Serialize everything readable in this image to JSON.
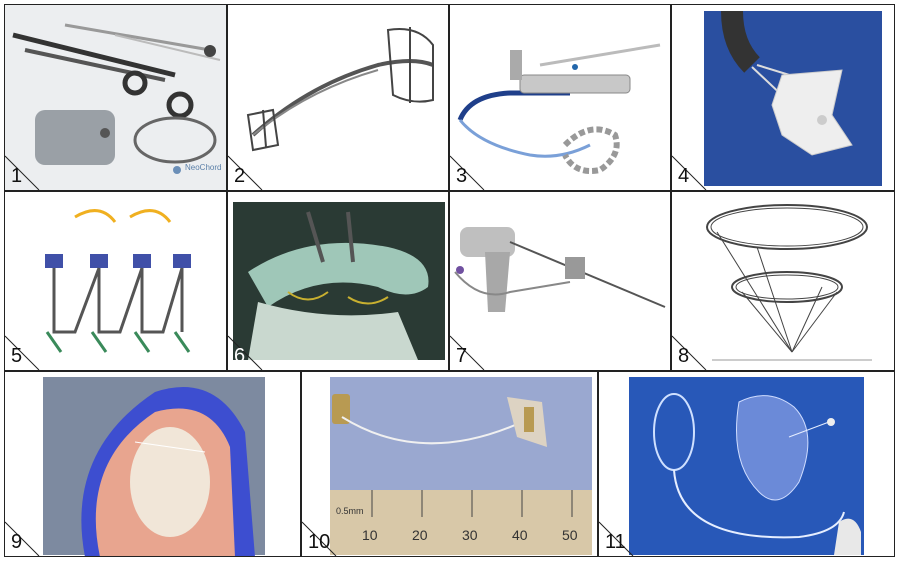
{
  "panels": [
    {
      "label": "1",
      "logo_text": "NeoChord"
    },
    {
      "label": "2"
    },
    {
      "label": "3"
    },
    {
      "label": "4"
    },
    {
      "label": "5"
    },
    {
      "label": "6"
    },
    {
      "label": "7"
    },
    {
      "label": "8"
    },
    {
      "label": "9"
    },
    {
      "label": "10",
      "ruler_unit": "0.5mm",
      "ruler_ticks": [
        "10",
        "20",
        "30",
        "40",
        "50"
      ]
    },
    {
      "label": "11"
    }
  ]
}
